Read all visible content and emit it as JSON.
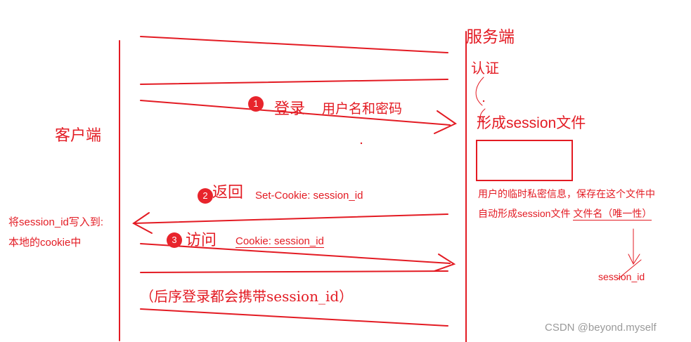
{
  "client": {
    "label": "客户端",
    "note_line1": "将session_id写入到:",
    "note_line2": "本地的cookie中"
  },
  "server": {
    "label": "服务端",
    "auth": "认证",
    "form_file": "形成session文件",
    "file_desc_line1": "用户的临时私密信息，保存在这个文件中",
    "file_desc_line2_a": "自动形成session文件 ",
    "file_desc_line2_b": "文件名（唯一性）",
    "session_id": "session_id"
  },
  "steps": [
    {
      "badge": "1",
      "title": "登录",
      "detail": "用户名和密码"
    },
    {
      "badge": "2",
      "title": "返回",
      "detail": "Set-Cookie: session_id"
    },
    {
      "badge": "3",
      "title": "访问",
      "detail": "Cookie: session_id"
    }
  ],
  "footer_note": "（后序登录都会携带session_id）",
  "watermark": "CSDN @beyond.myself",
  "colors": {
    "ink": "#e31b23",
    "badge": "#e8242c",
    "watermark": "#9a9a9a"
  }
}
